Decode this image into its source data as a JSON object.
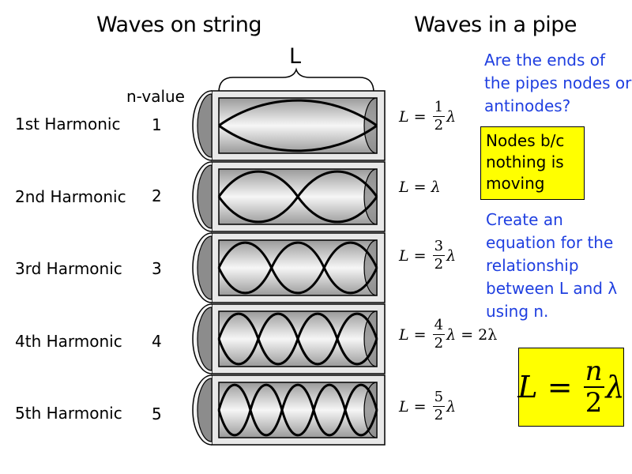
{
  "titles": {
    "string": "Waves on string",
    "pipe": "Waves in a pipe"
  },
  "length_label": "L",
  "n_value_header": "n-value",
  "harmonics": [
    {
      "label": "1st Harmonic",
      "n": "1",
      "loops": 1,
      "eq": {
        "lhs": "L",
        "eq": "=",
        "num": "1",
        "den": "2",
        "lambda": "λ",
        "extra": ""
      }
    },
    {
      "label": "2nd Harmonic",
      "n": "2",
      "loops": 2,
      "eq": {
        "lhs": "L",
        "eq": "=",
        "num": "",
        "den": "",
        "lambda": "λ",
        "extra": ""
      }
    },
    {
      "label": "3rd Harmonic",
      "n": "3",
      "loops": 3,
      "eq": {
        "lhs": "L",
        "eq": "=",
        "num": "3",
        "den": "2",
        "lambda": "λ",
        "extra": ""
      }
    },
    {
      "label": "4th Harmonic",
      "n": "4",
      "loops": 4,
      "eq": {
        "lhs": "L",
        "eq": "=",
        "num": "4",
        "den": "2",
        "lambda": "λ",
        "extra": "= 2λ"
      }
    },
    {
      "label": "5th Harmonic",
      "n": "5",
      "loops": 5,
      "eq": {
        "lhs": "L",
        "eq": "=",
        "num": "5",
        "den": "2",
        "lambda": "λ",
        "extra": ""
      }
    }
  ],
  "question1": "Are the ends of the pipes nodes or antinodes?",
  "answer1": "Nodes b/c nothing is moving",
  "question2": "Create an equation for the relationship between L and λ using n.",
  "general_equation": {
    "lhs": "L",
    "eq": "=",
    "num": "n",
    "den": "2",
    "lambda": "λ"
  },
  "colors": {
    "question_text": "#1f3fe0",
    "answer_box": "#ffff00",
    "tube_dark": "#9a9a9a",
    "tube_light": "#f4f4f4",
    "end_cap": "#8c8c8c"
  }
}
